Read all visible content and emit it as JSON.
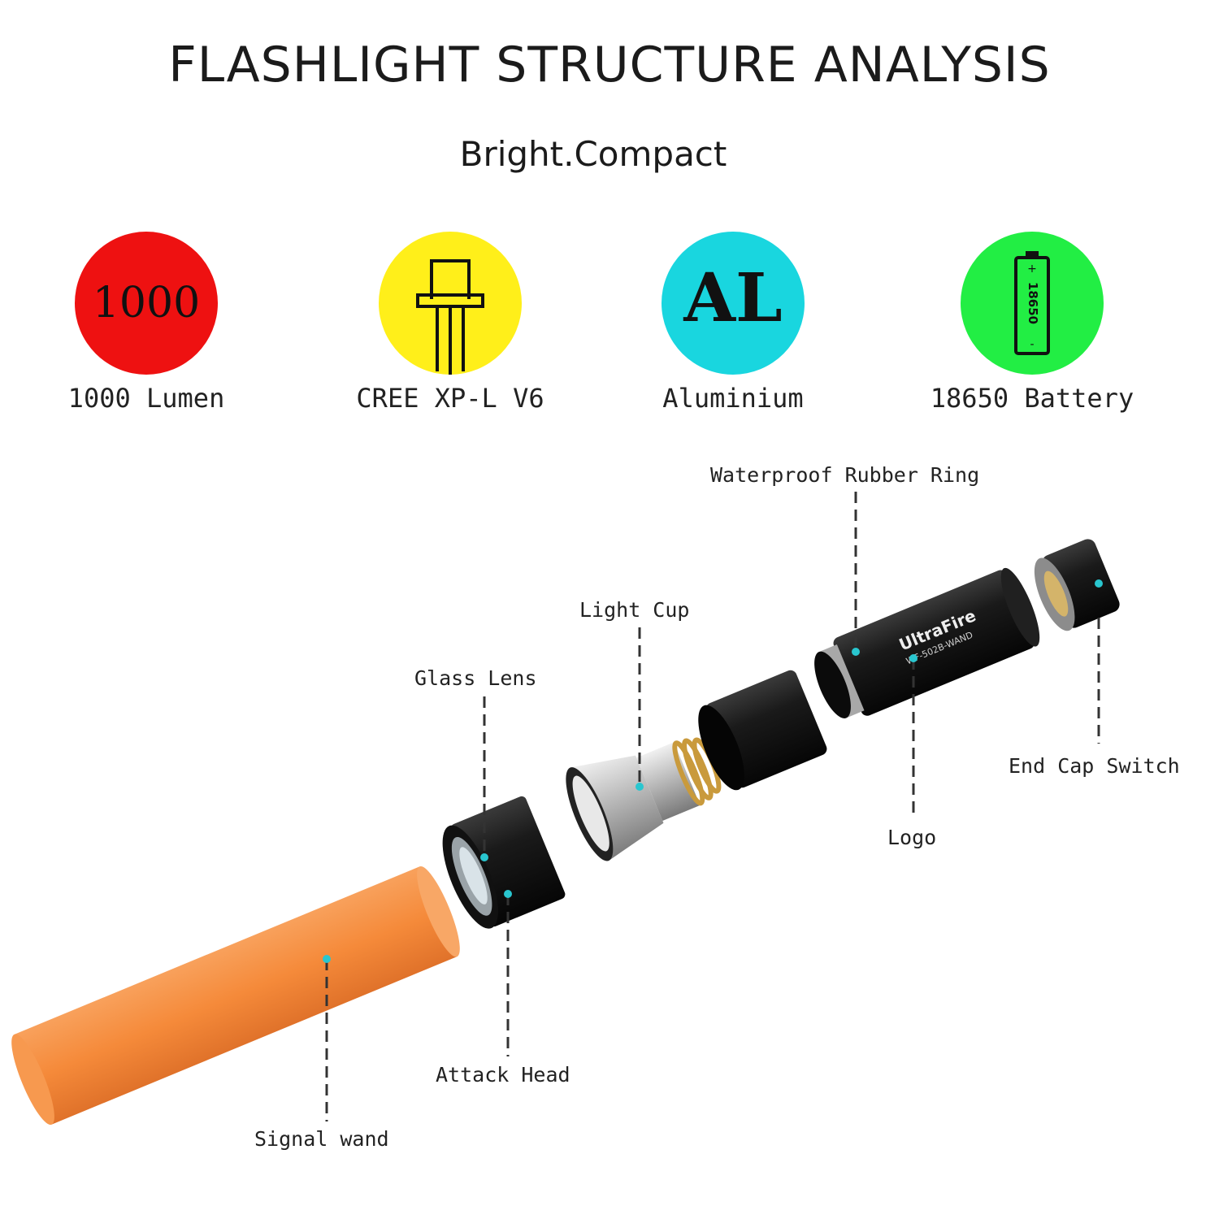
{
  "title": "FLASHLIGHT STRUCTURE ANALYSIS",
  "subtitle": "Bright.Compact",
  "features": [
    {
      "label": "1000 Lumen",
      "icon_text": "1000",
      "icon": "lumen-badge-icon",
      "color": "#ee1111"
    },
    {
      "label": "CREE XP-L V6",
      "icon": "led-chip-icon",
      "color": "#ffef1a"
    },
    {
      "label": "Aluminium",
      "icon_text": "AL",
      "icon": "aluminium-badge-icon",
      "color": "#19d6df"
    },
    {
      "label": "18650 Battery",
      "icon_text": "18650",
      "icon": "battery-icon",
      "color": "#22ee44"
    }
  ],
  "callouts": {
    "waterproof_ring": "Waterproof Rubber Ring",
    "light_cup": "Light Cup",
    "glass_lens": "Glass Lens",
    "end_cap": "End Cap Switch",
    "logo": "Logo",
    "attack_head": "Attack Head",
    "signal_wand": "Signal wand"
  },
  "product_branding": {
    "brand": "UltraFire",
    "model": "WF-502B-WAND"
  },
  "colors": {
    "wand": "#f58a3a",
    "dot": "#29c6cf",
    "body": "#161616"
  }
}
